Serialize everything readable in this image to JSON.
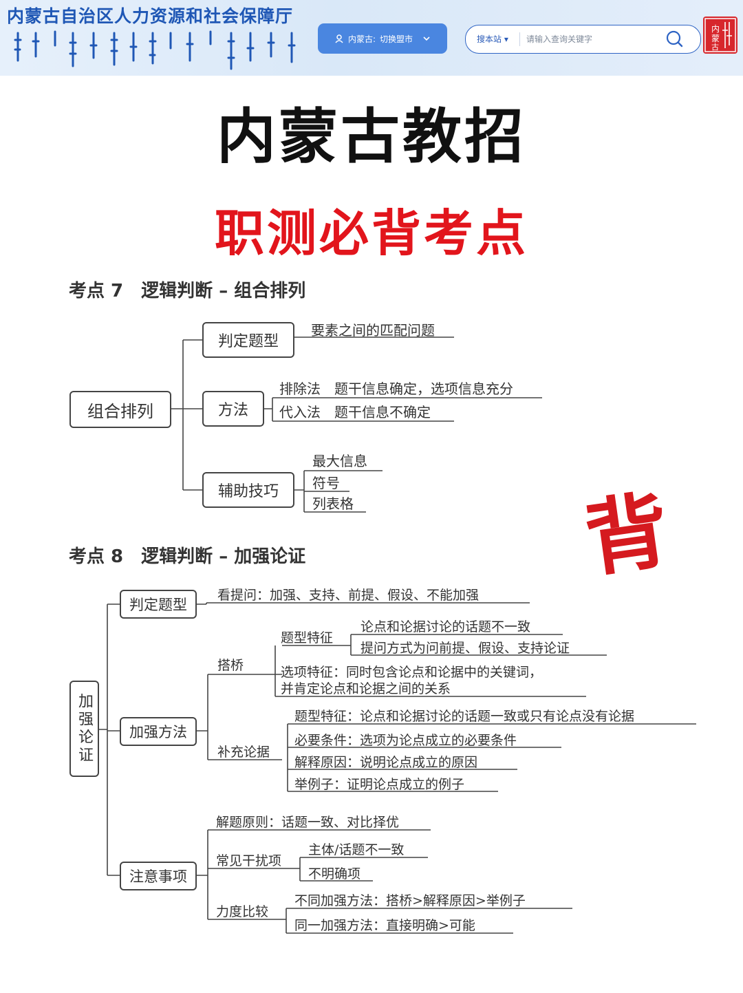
{
  "header": {
    "site_title": "内蒙古自治区人力资源和社会保障厅",
    "region_label": "内蒙古:",
    "region_switch": "切换盟市",
    "search_scope": "搜本站 ▾",
    "search_placeholder": "请输入查询关键字",
    "logo_text": "内蒙古"
  },
  "main_title": "内蒙古教招",
  "sub_title": "职测必背考点",
  "stamp": "背",
  "section7": {
    "heading": "考点 7　逻辑判断 – 组合排列",
    "root": "组合排列",
    "type_box": "判定题型",
    "type_text": "要素之间的匹配问题",
    "method_box": "方法",
    "method_1": "排除法　题干信息确定，选项信息充分",
    "method_2": "代入法　题干信息不确定",
    "aid_box": "辅助技巧",
    "aid_1": "最大信息",
    "aid_2": "符号",
    "aid_3": "列表格"
  },
  "section8": {
    "heading": "考点 8　逻辑判断 – 加强论证",
    "root": "加强论证",
    "type_box": "判定题型",
    "type_text": "看提问：加强、支持、前提、假设、不能加强",
    "method_box": "加强方法",
    "bridge": "搭桥",
    "bridge_type": "题型特征",
    "bridge_type_1": "论点和论据讨论的话题不一致",
    "bridge_type_2": "提问方式为问前提、假设、支持论证",
    "bridge_option_1": "选项特征：同时包含论点和论据中的关键词，",
    "bridge_option_2": "并肯定论点和论据之间的关系",
    "supplement": "补充论据",
    "supp_1": "题型特征：论点和论据讨论的话题一致或只有论点没有论据",
    "supp_2": "必要条件：选项为论点成立的必要条件",
    "supp_3": "解释原因：说明论点成立的原因",
    "supp_4": "举例子：证明论点成立的例子",
    "notes_box": "注意事项",
    "principle": "解题原则：话题一致、对比择优",
    "interfere": "常见干扰项",
    "interfere_1": "主体/话题不一致",
    "interfere_2": "不明确项",
    "strength": "力度比较",
    "strength_1": "不同加强方法：搭桥>解释原因>举例子",
    "strength_2": "同一加强方法：直接明确>可能"
  }
}
